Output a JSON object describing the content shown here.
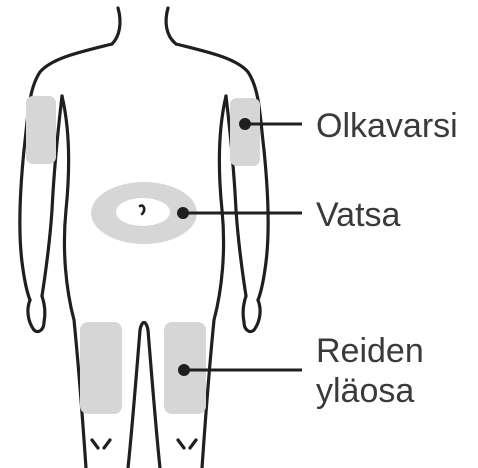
{
  "labels": {
    "upper_arm": "Olkavarsi",
    "abdomen": "Vatsa",
    "thigh_line1": "Reiden",
    "thigh_line2": "yläosa"
  },
  "colors": {
    "outline": "#1f1f1f",
    "injection_zone": "#d6d6d6",
    "label_text": "#3a3a3a",
    "background": "#ffffff"
  }
}
